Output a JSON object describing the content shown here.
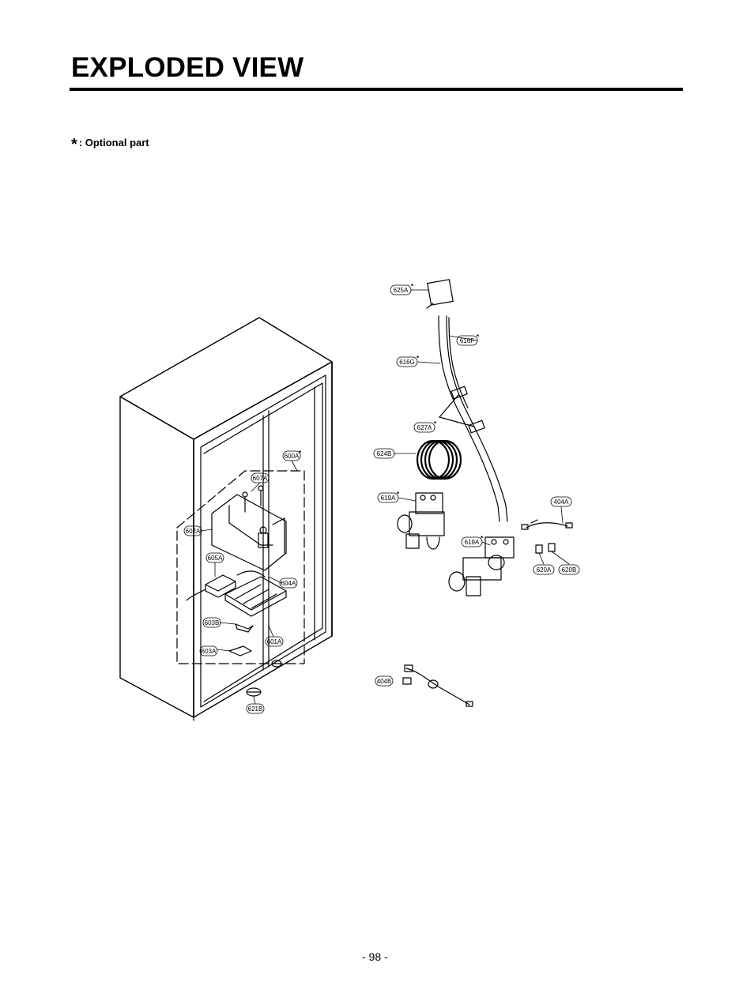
{
  "page": {
    "title": "EXPLODED VIEW",
    "legend_symbol": "*",
    "legend_text": ": Optional part",
    "page_number": "- 98 -"
  },
  "callouts": [
    {
      "id": "625A",
      "optional": true
    },
    {
      "id": "616F",
      "optional": true
    },
    {
      "id": "616G",
      "optional": true
    },
    {
      "id": "627A",
      "optional": true
    },
    {
      "id": "624B",
      "optional": false
    },
    {
      "id": "619A",
      "optional": true
    },
    {
      "id": "404A",
      "optional": false
    },
    {
      "id": "619A",
      "optional": true
    },
    {
      "id": "620A",
      "optional": false
    },
    {
      "id": "620B",
      "optional": false
    },
    {
      "id": "600A",
      "optional": true
    },
    {
      "id": "607A",
      "optional": false
    },
    {
      "id": "602A",
      "optional": false
    },
    {
      "id": "605A",
      "optional": false
    },
    {
      "id": "604A",
      "optional": false
    },
    {
      "id": "603B",
      "optional": false
    },
    {
      "id": "601A",
      "optional": false
    },
    {
      "id": "603A",
      "optional": false
    },
    {
      "id": "621B",
      "optional": false
    },
    {
      "id": "404B",
      "optional": false
    }
  ]
}
